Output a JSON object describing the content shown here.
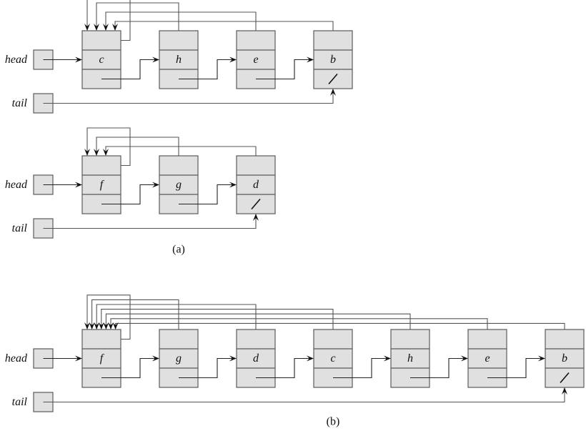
{
  "figure": {
    "parts": [
      {
        "id": "a",
        "caption": "(a)",
        "lists": [
          {
            "head_label": "head",
            "tail_label": "tail",
            "nodes": [
              "c",
              "h",
              "e",
              "b"
            ]
          },
          {
            "head_label": "head",
            "tail_label": "tail",
            "nodes": [
              "f",
              "g",
              "d"
            ]
          }
        ]
      },
      {
        "id": "b",
        "caption": "(b)",
        "lists": [
          {
            "head_label": "head",
            "tail_label": "tail",
            "nodes": [
              "f",
              "g",
              "d",
              "c",
              "h",
              "e",
              "b"
            ]
          }
        ]
      }
    ]
  },
  "colors": {
    "node_fill": "#e0e0e0",
    "stroke": "#5a5a5a",
    "arrow": "#111111"
  },
  "icons": {
    "nil": "slash-nil-icon"
  }
}
